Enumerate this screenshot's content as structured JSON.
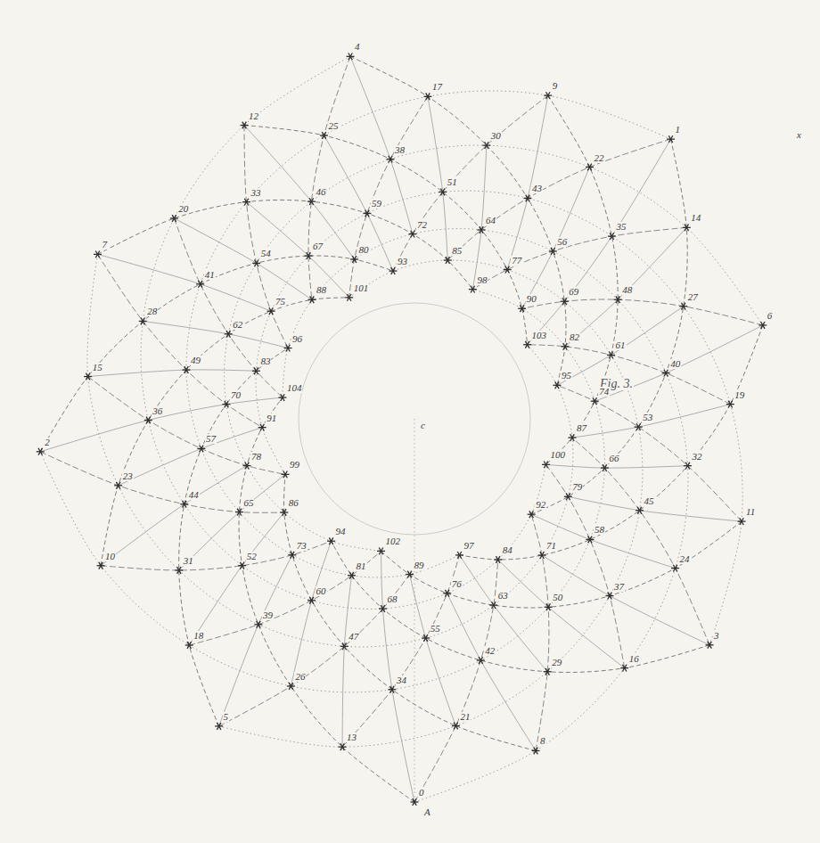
{
  "diagram": {
    "labels": [
      "Fig. 3.",
      "c",
      "x",
      "A",
      "0",
      "1",
      "2",
      "3",
      "4",
      "5",
      "6",
      "7",
      "8",
      "9",
      "10",
      "11",
      "12",
      "13",
      "14",
      "15",
      "16",
      "17",
      "18",
      "19",
      "20",
      "21",
      "22",
      "23",
      "24",
      "25",
      "26",
      "27",
      "28",
      "29",
      "30",
      "31",
      "32",
      "33",
      "34",
      "35",
      "36",
      "37",
      "38",
      "39",
      "40",
      "41",
      "42",
      "43",
      "44",
      "45",
      "46",
      "47",
      "48",
      "49",
      "50",
      "51",
      "52",
      "53",
      "54",
      "55",
      "56",
      "57",
      "58",
      "59",
      "60",
      "61",
      "62",
      "63",
      "64",
      "65",
      "66",
      "67",
      "68",
      "69",
      "70",
      "71",
      "72",
      "73",
      "74",
      "75",
      "76",
      "77",
      "78",
      "79",
      "80",
      "81",
      "82",
      "83",
      "84",
      "85",
      "86",
      "87",
      "88",
      "89",
      "90",
      "91",
      "92",
      "93",
      "94",
      "95",
      "96",
      "97",
      "98",
      "99",
      "100",
      "101",
      "102",
      "103",
      "104"
    ]
  }
}
